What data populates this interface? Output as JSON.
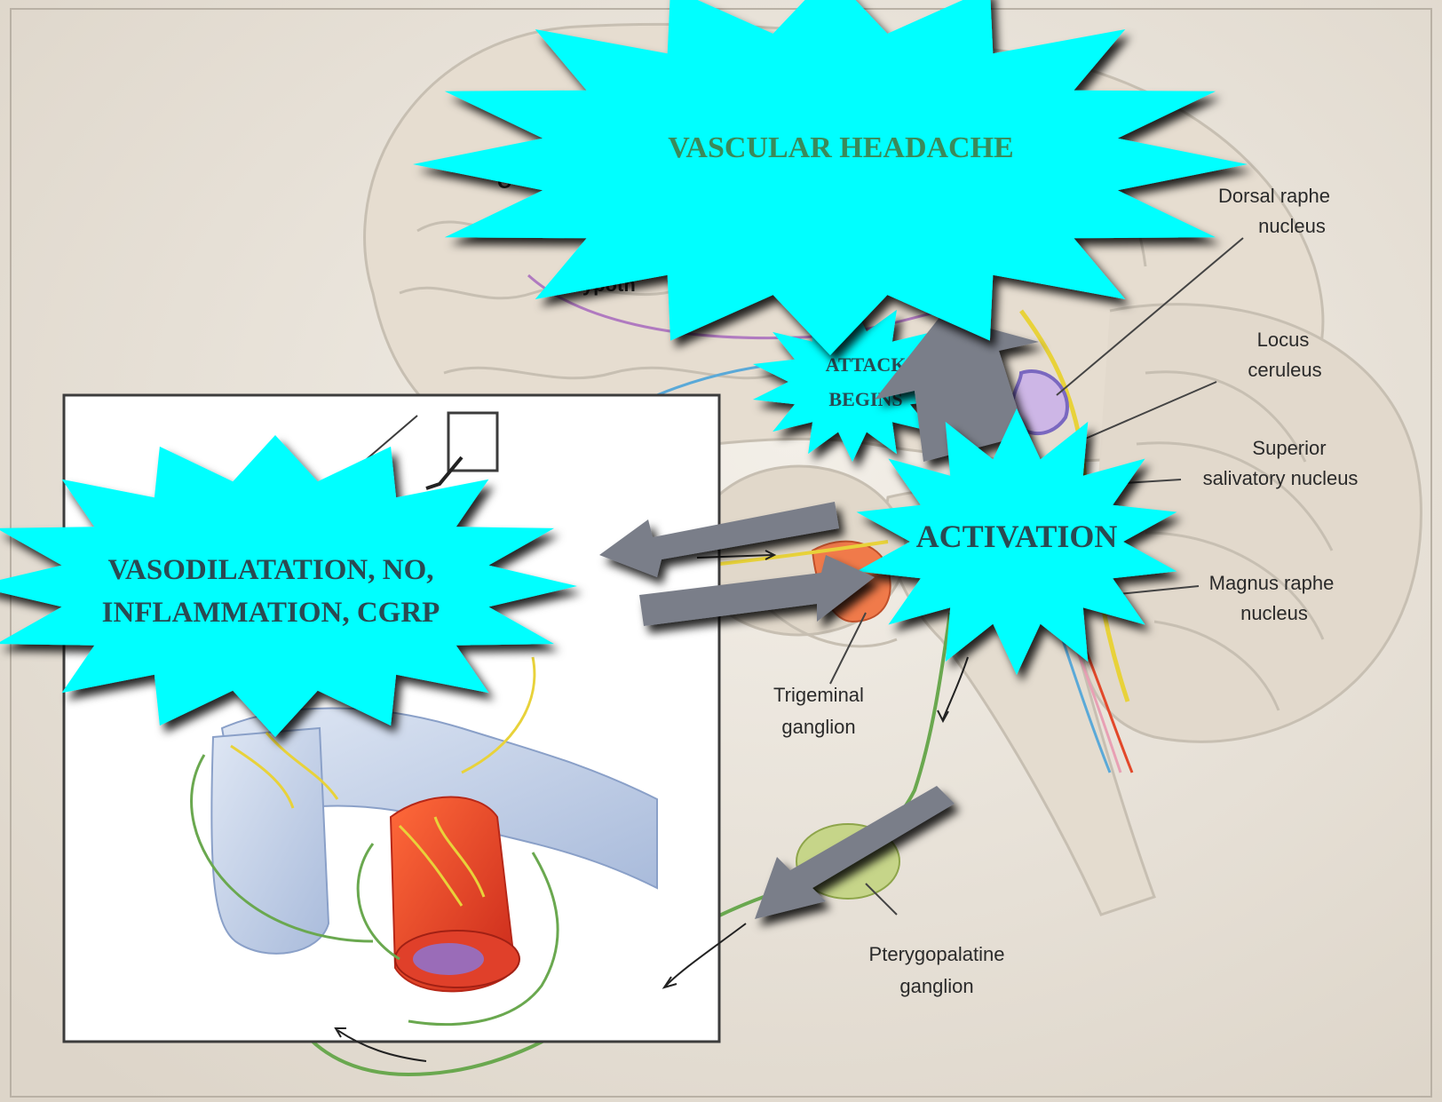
{
  "bursts": {
    "vascular_headache": "VASCULAR HEADACHE",
    "attack_begins": [
      "ATTACK",
      "BEGINS"
    ],
    "activation": "ACTIVATION",
    "vasodilatation": [
      "VASODILATATION, NO,",
      "INFLAMMATION, CGRP"
    ]
  },
  "labels": {
    "dorsal_raphe": [
      "Dorsal raphe",
      "nucleus"
    ],
    "locus_ceruleus": [
      "Locus",
      "ceruleus"
    ],
    "superior_salivatory": [
      "Superior",
      "salivatory nucleus"
    ],
    "magnus_raphe": [
      "Magnus raphe",
      "nucleus"
    ],
    "trigeminal": [
      "Trigeminal",
      "ganglion"
    ],
    "pterygopalatine": [
      "Pterygopalatine",
      "ganglion"
    ],
    "hypothalamus_partial": "Hypoth",
    "cortex_partial": "C"
  },
  "colors": {
    "burst_fill": "#00ffff",
    "vascular_text": "#3a8a5a",
    "burst_text_dark": "#2a4a52",
    "arrow": "#7a7e89",
    "nerve_yellow": "#e8d23a",
    "nerve_green": "#6aa84f",
    "vein_blue": "#b9c9e4",
    "artery_red": "#e2482a"
  }
}
